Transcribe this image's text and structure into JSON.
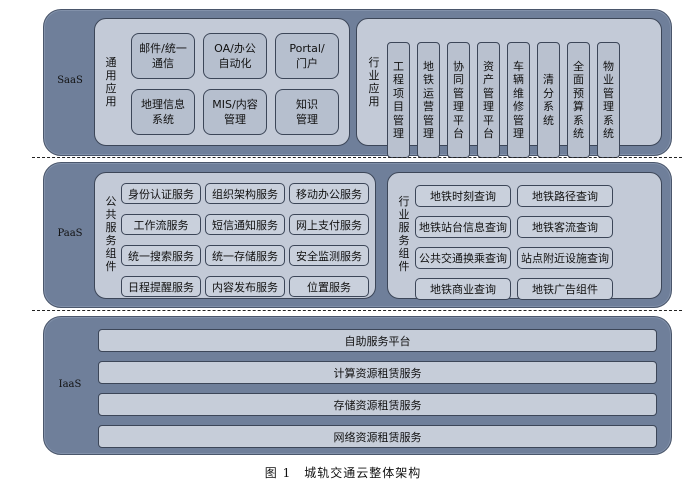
{
  "saas": {
    "label": "SaaS",
    "common": {
      "label": "通用应用",
      "apps": [
        "邮件/统一\n通信",
        "OA/办公\n自动化",
        "Portal/\n门户",
        "地理信息\n系统",
        "MIS/内容\n管理",
        "知识\n管理"
      ]
    },
    "industry": {
      "label": "行业应用",
      "apps": [
        "工程项目管理",
        "地铁运营管理",
        "协同管理平台",
        "资产管理平台",
        "车辆维修管理",
        "清分系统",
        "全面预算系统",
        "物业管理系统"
      ]
    }
  },
  "paas": {
    "label": "PaaS",
    "public": {
      "label": "公共服务组件",
      "services": [
        "身份认证服务",
        "组织架构服务",
        "移动办公服务",
        "工作流服务",
        "短信通知服务",
        "网上支付服务",
        "统一搜索服务",
        "统一存储服务",
        "安全监测服务",
        "日程提醒服务",
        "内容发布服务",
        "位置服务"
      ]
    },
    "industry": {
      "label": "行业服务组件",
      "services": [
        "地铁时刻查询",
        "地铁路径查询",
        "地铁站台信息查询",
        "地铁客流查询",
        "公共交通换乘查询",
        "站点附近设施查询",
        "地铁商业查询",
        "地铁广告组件"
      ]
    }
  },
  "iaas": {
    "label": "IaaS",
    "services": [
      "自助服务平台",
      "计算资源租赁服务",
      "存储资源租赁服务",
      "网络资源租赁服务"
    ]
  },
  "caption": "图 1　城轨交通云整体架构"
}
